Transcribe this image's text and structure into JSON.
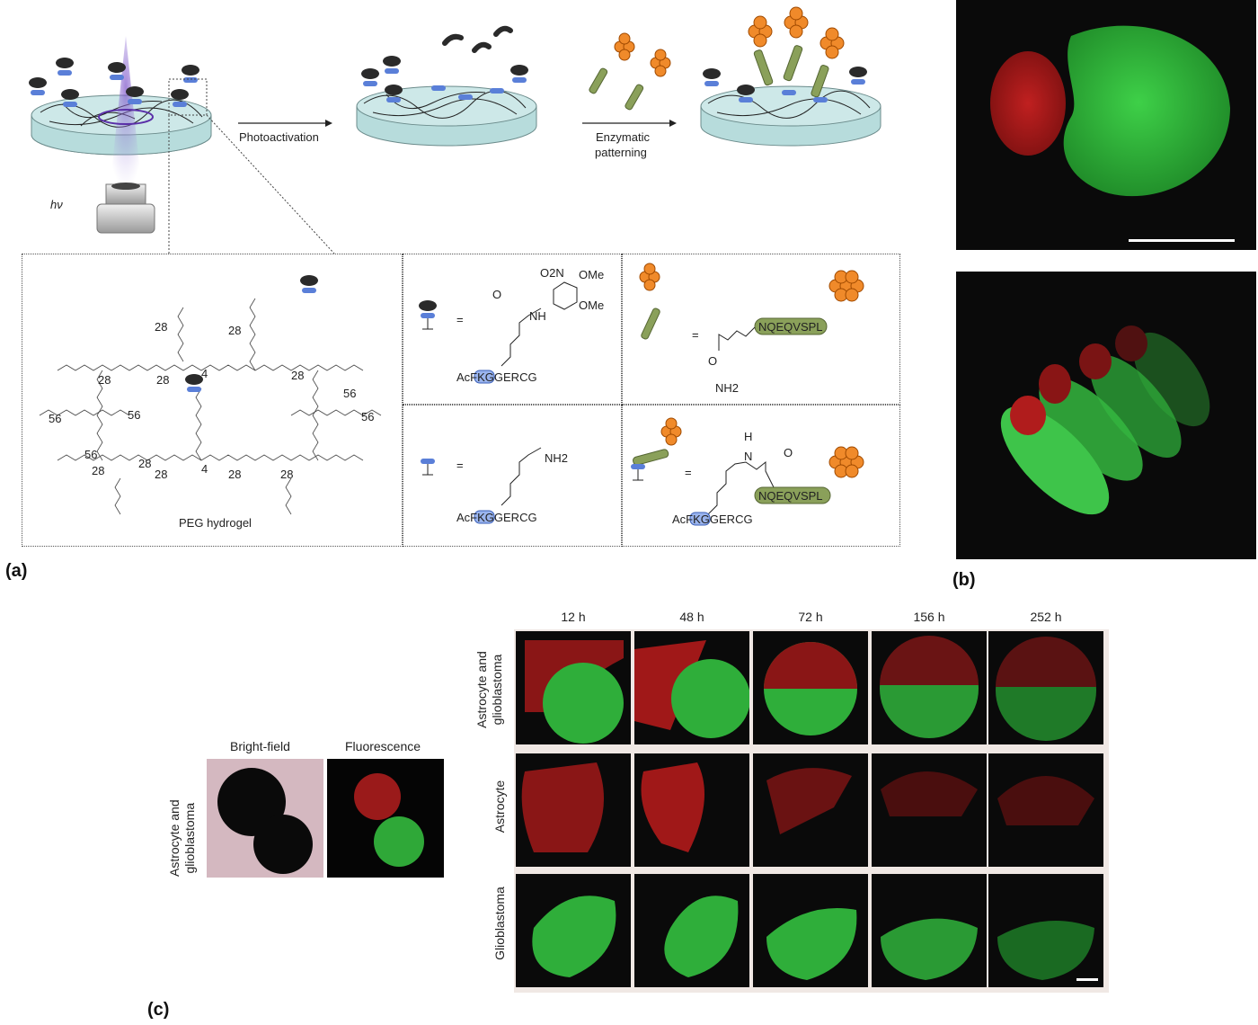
{
  "panel_a": {
    "label": "(a)",
    "hv": "hν",
    "arrow1": "Photoactivation",
    "arrow2_line1": "Enzymatic",
    "arrow2_line2": "patterning",
    "hydrogel_label": "PEG hydrogel",
    "peg_numbers": [
      "28",
      "28",
      "28",
      "28",
      "4",
      "28",
      "56",
      "56",
      "56",
      "56",
      "56",
      "28",
      "28",
      "28",
      "4",
      "28",
      "28"
    ],
    "caged": {
      "no2": "O2N",
      "ome1": "OMe",
      "ome2": "OMe",
      "o": "O",
      "nh": "NH",
      "seq": "AcFKGGERCG",
      "eq": "="
    },
    "peptide_sub": {
      "seq": "NQEQVSPL",
      "nh2": "NH2",
      "o": "O",
      "eq": "="
    },
    "uncaged": {
      "nh2": "NH2",
      "seq": "AcFKGGERCG",
      "eq": "="
    },
    "conjugate": {
      "h": "H",
      "n": "N",
      "o": "O",
      "seq1": "AcFKGGERCG",
      "seq2": "NQEQVSPL",
      "eq": "="
    }
  },
  "panel_b": {
    "label": "(b)"
  },
  "panel_c": {
    "label": "(c)",
    "left_headers": [
      "Bright-field",
      "Fluorescence"
    ],
    "left_row_label_line1": "Astrocyte and",
    "left_row_label_line2": "glioblastoma",
    "time_headers": [
      "12 h",
      "48 h",
      "72 h",
      "156 h",
      "252 h"
    ],
    "row_labels": [
      {
        "line1": "Astrocyte and",
        "line2": "glioblastoma"
      },
      {
        "line1": "Astrocyte",
        "line2": ""
      },
      {
        "line1": "Glioblastoma",
        "line2": ""
      }
    ]
  },
  "colors": {
    "red": "#a01818",
    "green": "#2fae3a",
    "orange": "#f08a2a",
    "blue": "#5a7fd8",
    "olive": "#8aa05a"
  }
}
